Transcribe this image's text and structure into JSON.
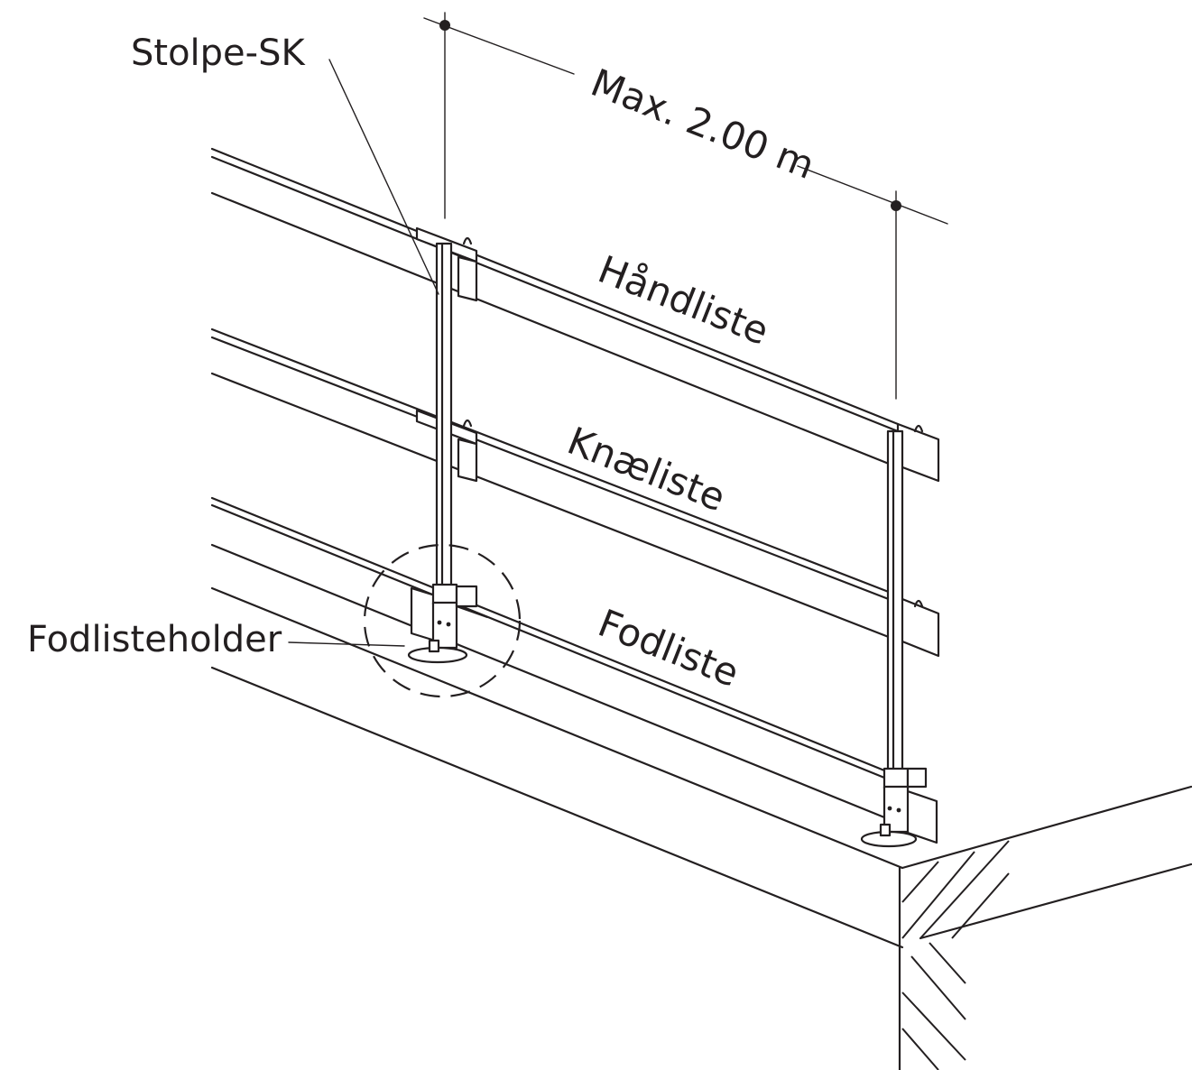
{
  "diagram": {
    "labels": {
      "post": "Stolpe-SK",
      "toe_board_holder": "Fodlisteholder",
      "max_span": "Max. 2.00 m",
      "hand_rail": "Håndliste",
      "knee_rail": "Knæliste",
      "toe_board": "Fodliste"
    },
    "colors": {
      "line": "#231f20",
      "background": "#ffffff"
    }
  }
}
